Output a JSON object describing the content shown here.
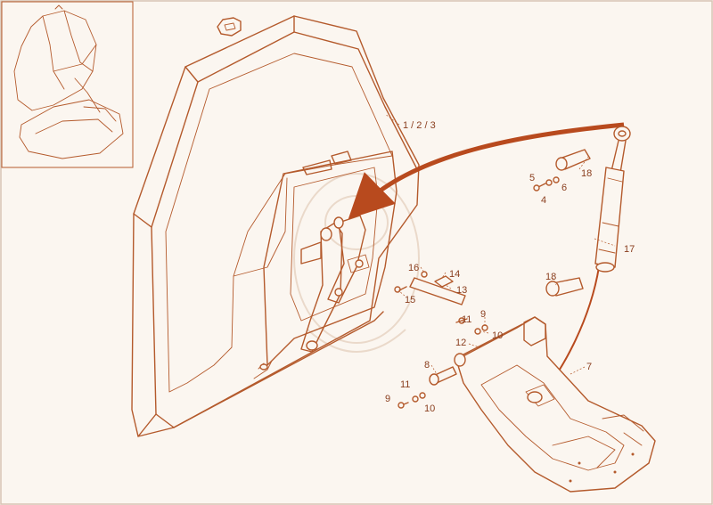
{
  "diagram": {
    "line_color": "#b45a2c",
    "arrow_color": "#b84a1e",
    "background": "#fbf6f0",
    "callouts": [
      {
        "id": "c-123",
        "text": "1 / 2 / 3"
      },
      {
        "id": "c-18a",
        "text": "18"
      },
      {
        "id": "c-5",
        "text": "5"
      },
      {
        "id": "c-6",
        "text": "6"
      },
      {
        "id": "c-4",
        "text": "4"
      },
      {
        "id": "c-17",
        "text": "17"
      },
      {
        "id": "c-16",
        "text": "16"
      },
      {
        "id": "c-14",
        "text": "14"
      },
      {
        "id": "c-13",
        "text": "13"
      },
      {
        "id": "c-15",
        "text": "15"
      },
      {
        "id": "c-18b",
        "text": "18"
      },
      {
        "id": "c-9a",
        "text": "9"
      },
      {
        "id": "c-11a",
        "text": "11"
      },
      {
        "id": "c-10a",
        "text": "10"
      },
      {
        "id": "c-12",
        "text": "12"
      },
      {
        "id": "c-8",
        "text": "8"
      },
      {
        "id": "c-7",
        "text": "7"
      },
      {
        "id": "c-11b",
        "text": "11"
      },
      {
        "id": "c-9b",
        "text": "9"
      },
      {
        "id": "c-10b",
        "text": "10"
      }
    ]
  }
}
